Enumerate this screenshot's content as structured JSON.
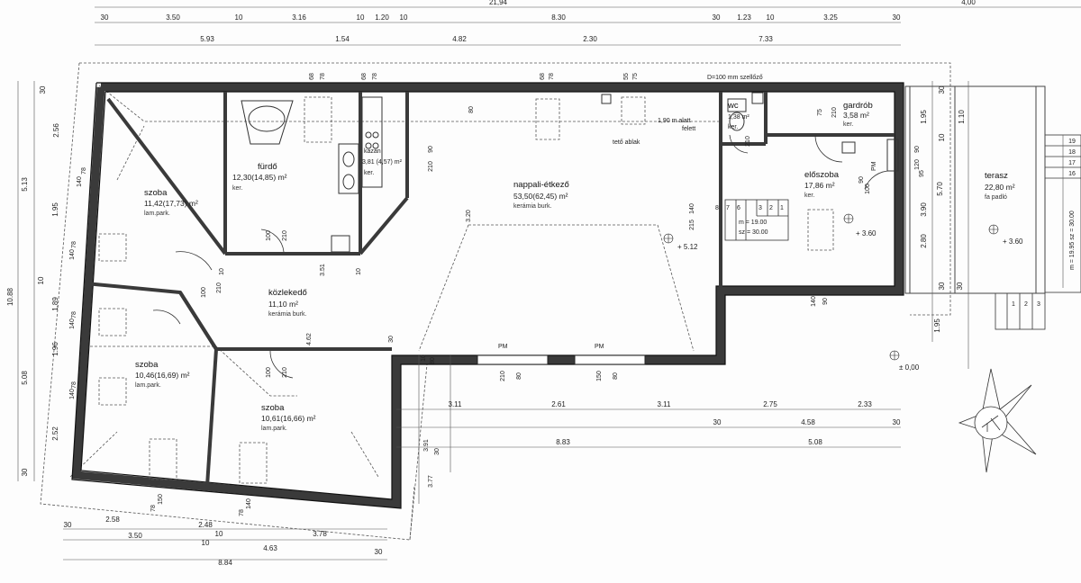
{
  "rooms": {
    "living": {
      "name": "nappali-étkező",
      "area": "53,50(62,45) m²",
      "floor": "kerámia burk."
    },
    "bathroom": {
      "name": "fürdő",
      "area": "12,30(14,85) m²",
      "floor": "ker."
    },
    "boiler": {
      "name": "kazán",
      "area": "3,81 (4,57) m²",
      "floor": "ker."
    },
    "wc": {
      "name": "wc",
      "area": "1,38 m²",
      "floor": "ker."
    },
    "wardrobe": {
      "name": "gardrób",
      "area": "3,58 m²",
      "floor": "ker."
    },
    "hall": {
      "name": "előszoba",
      "area": "17,86 m²",
      "floor": "ker."
    },
    "terrace": {
      "name": "terasz",
      "area": "22,80 m²",
      "floor": "fa padló"
    },
    "bedroom1": {
      "name": "szoba",
      "area": "11,42(17,73) m²",
      "floor": "lam.park."
    },
    "corridor": {
      "name": "közlekedő",
      "area": "11,10 m²",
      "floor": "kerámia burk."
    },
    "bedroom2": {
      "name": "szoba",
      "area": "10,46(16,69) m²",
      "floor": "lam.park."
    },
    "bedroom3": {
      "name": "szoba",
      "area": "10,61(16,66) m²",
      "floor": "lam.park."
    }
  },
  "notes": {
    "vent": "D=100 mm szellőző",
    "height": "1,90 m alatt",
    "height2": "felett",
    "roof_window": "tető ablak",
    "roof_window2": "tető ablak"
  },
  "levels": {
    "living": "+ 5.12",
    "hall": "+ 3.60",
    "terrace": "+ 3.60",
    "ground": "± 0,00"
  },
  "stair": {
    "m": "m = 19.00",
    "sz": "sz = 30.00",
    "side": "m = 19.95 sz = 30.00"
  },
  "pm_labels": [
    "PM",
    "PM",
    "PM"
  ],
  "top_dims_row0": [
    "21,94",
    "4,00"
  ],
  "top_dims_row1": [
    "30",
    "3.50",
    "10",
    "3.16",
    "10",
    "1.20",
    "10",
    "8.30",
    "30",
    "1.23",
    "10",
    "3.25",
    "30"
  ],
  "top_dims_row2": [
    "5.93",
    "1.54",
    "4.82",
    "2.30",
    "7.33"
  ],
  "left_dims": [
    "30",
    "2.56",
    "5.13",
    "1.95",
    "10.88",
    "10",
    "1.89",
    "1.96",
    "5.08",
    "2.52",
    "30"
  ],
  "right_dims": [
    "30",
    "1.95",
    "10",
    "1.10",
    "30",
    "5.70",
    "3.90",
    "2.80",
    "30",
    "1.95"
  ],
  "bottom_dims_row1": [
    "30",
    "2.58",
    "2.48",
    "10",
    "3.78"
  ],
  "bottom_dims_row2": [
    "3.50",
    "10",
    "4.63",
    "30"
  ],
  "bottom_dims_row3": [
    "8.84"
  ],
  "mid_dims_row1": [
    "3.11",
    "2.61",
    "3.11",
    "2.75",
    "2.33"
  ],
  "mid_dims_row2": [
    "30",
    "4.58",
    "30"
  ],
  "mid_dims_row3": [
    "8.83",
    "5.08"
  ],
  "stair_steps_top": [
    "8",
    "7",
    "6",
    "3",
    "2",
    "1"
  ],
  "terrace_steps": [
    "19",
    "18",
    "17",
    "16"
  ],
  "terrace_steps_bottom": [
    "1",
    "2",
    "3"
  ],
  "openings": [
    "68",
    "78",
    "68",
    "78",
    "68",
    "78",
    "55",
    "75",
    "75",
    "210",
    "90",
    "210",
    "90",
    "120",
    "95",
    "78",
    "140",
    "78",
    "140",
    "78",
    "140",
    "78",
    "140",
    "100",
    "210",
    "100",
    "210",
    "100",
    "210",
    "80",
    "210",
    "80",
    "150",
    "80",
    "150",
    "78",
    "140",
    "78",
    "140",
    "90",
    "140",
    "215",
    "90",
    "100",
    "210",
    "80",
    "3.20",
    "4.62",
    "3.51",
    "10",
    "10",
    "30",
    "3.77",
    "3.91",
    "30",
    "10"
  ],
  "colors": {
    "wall": "#3a3a3a",
    "line": "#444444",
    "paper": "#fdfdfd"
  }
}
